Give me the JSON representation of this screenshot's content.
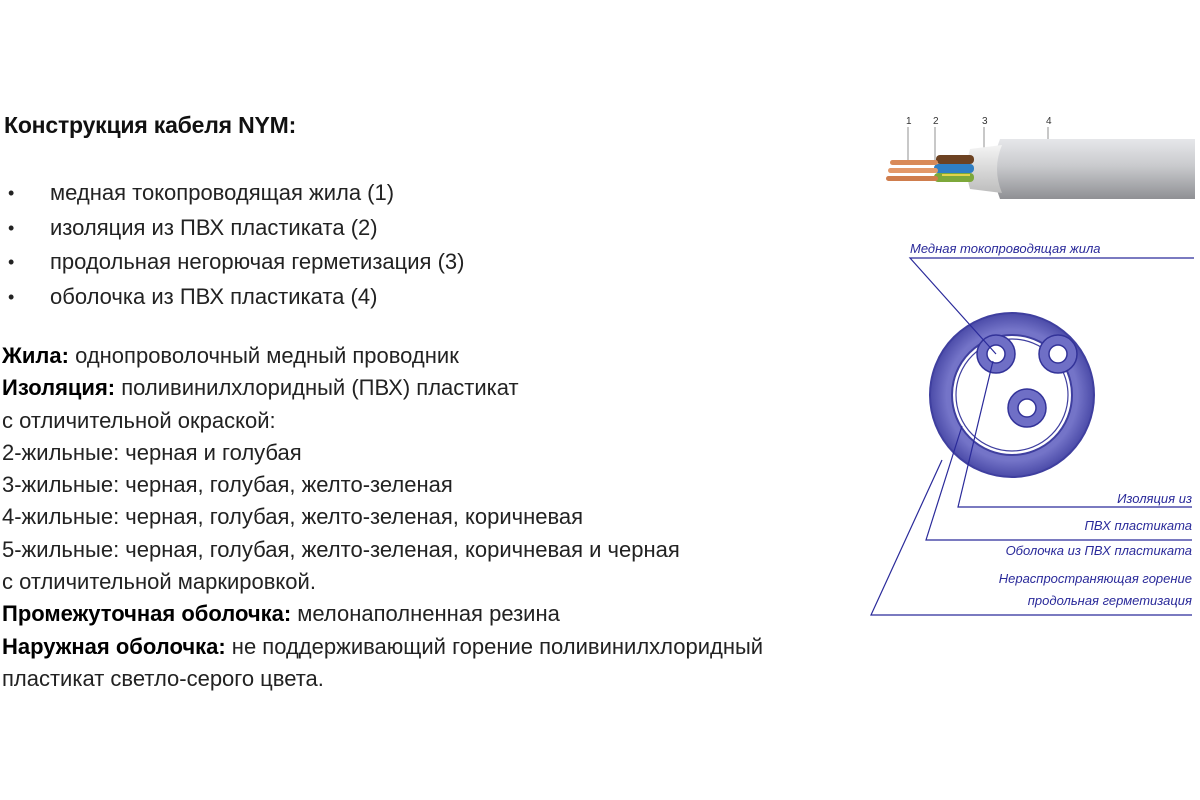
{
  "heading": "Конструкция кабеля NYM:",
  "bullets": [
    "медная токопроводящая жила (1)",
    "изоляция из ПВХ пластиката (2)",
    "продольная негорючая герметизация (3)",
    "оболочка из ПВХ пластиката (4)"
  ],
  "bullet_glyph": "•",
  "description": {
    "core_label": "Жила:",
    "core_text": " однопроволочный медный проводник",
    "insulation_label": "Изоляция:",
    "insulation_text": " поливинилхлоридный (ПВХ) пластикат",
    "line_marking": "с отличительной окраской:",
    "line_2core": "2-жильные: черная и голубая",
    "line_3core": "3-жильные: черная, голубая, желто-зеленая",
    "line_4core": "4-жильные: черная, голубая, желто-зеленая, коричневая",
    "line_5core": "5-жильные: черная, голубая, желто-зеленая, коричневая и черная",
    "line_marking2": "с отличительной маркировкой.",
    "inner_label": "Промежуточная оболочка:",
    "inner_text": " мелонаполненная резина",
    "outer_label": "Наружная оболочка:",
    "outer_text": " не поддерживающий горение поливинилхлоридный",
    "outer_text2": "пластикат светло-серого цвета."
  },
  "figure": {
    "numbers": [
      "1",
      "2",
      "3",
      "4"
    ],
    "label_conductor": "Медная токопроводящая жила",
    "label_insulation_1": "Изоляция из",
    "label_insulation_2": "ПВХ пластиката",
    "label_sheath": "Оболочка из ПВХ пластиката",
    "label_filler_1": "Нераспространяющая горение",
    "label_filler_2": "продольная герметизация"
  },
  "colors": {
    "diagram_blue": "#5b5bb5",
    "diagram_dark_blue": "#2a2a9a",
    "sheath_gray": "#c9cacd"
  }
}
